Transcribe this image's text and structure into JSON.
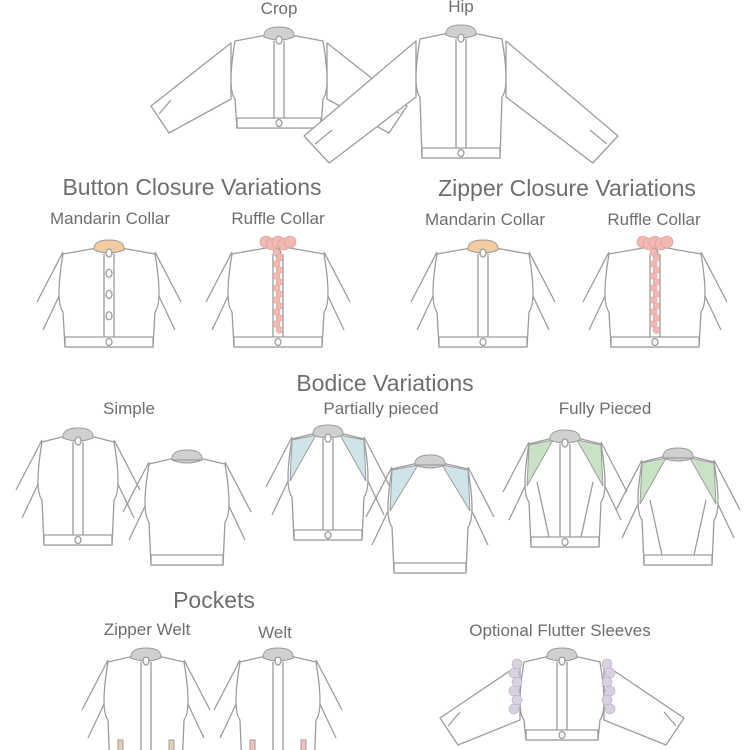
{
  "labels": {
    "crop": "Crop",
    "hip": "Hip",
    "button_closure": "Button Closure Variations",
    "zipper_closure": "Zipper Closure Variations",
    "button_mandarin": "Mandarin Collar",
    "button_ruffle": "Ruffle Collar",
    "zipper_mandarin": "Mandarin Collar",
    "zipper_ruffle": "Ruffle Collar",
    "bodice": "Bodice Variations",
    "simple": "Simple",
    "partial": "Partially pieced",
    "fully": "Fully Pieced",
    "pockets": "Pockets",
    "zipper_welt": "Zipper Welt",
    "welt": "Welt",
    "flutter": "Optional Flutter Sleeves"
  },
  "colors": {
    "line": "#9c9c9c",
    "collar": "#d0d0d0",
    "mandarin": "#f2cba2",
    "ruffle": "#f1b9b1",
    "partial_panel": "#cfe4e9",
    "full_panel": "#c9e2c6",
    "flutter": "#d9d0e0",
    "zipper_pocket": "#e6cfb2",
    "welt_pocket": "#f4c0b8"
  }
}
